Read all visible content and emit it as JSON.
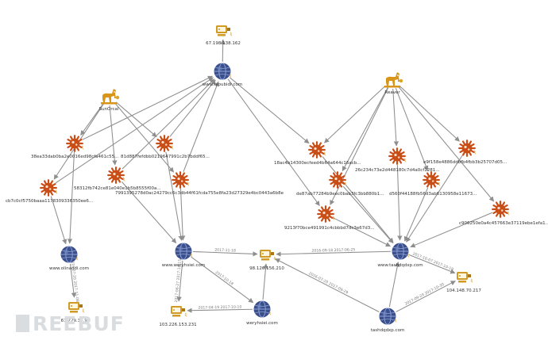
{
  "colors": {
    "domain": "#3a4f8c",
    "ip": "#d19a24",
    "hash": "#c94d16",
    "actor": "#d8951a",
    "edge": "#8e8e8e",
    "badge": "#d9a42c",
    "watermark": "#d9dde0"
  },
  "watermark": "REEBUF",
  "nodes": [
    {
      "id": "ip1",
      "type": "ip",
      "icon": "server-icon",
      "label": "67.198.138.162"
    },
    {
      "id": "d1",
      "type": "domain",
      "icon": "globe-icon",
      "label": "www.fyoubidr.com"
    },
    {
      "id": "a1",
      "type": "actor",
      "icon": "horse-icon",
      "label": "SunOrcal"
    },
    {
      "id": "a2",
      "type": "actor",
      "icon": "horse-icon",
      "label": "Reaver"
    },
    {
      "id": "h1",
      "type": "hash",
      "icon": "virus-icon",
      "label": "38ea33dab0ba2e0016ed98cfa461c55..."
    },
    {
      "id": "h2",
      "type": "hash",
      "icon": "virus-icon",
      "label": "81d887fefdbb0219647991c2b7bddf65..."
    },
    {
      "id": "h3",
      "type": "hash",
      "icon": "virus-icon",
      "label": "cb7c0cf5750baaa1178309336350ee6..."
    },
    {
      "id": "h4",
      "type": "hash",
      "icon": "virus-icon",
      "label": "58312fb742ce81e040e1b5b8555f00a..."
    },
    {
      "id": "h5",
      "type": "hash",
      "icon": "virus-icon",
      "label": "7991395278d0ac24279cc6c3db44f61fcda755e8fa23d27329e4bc0443a6b8e"
    },
    {
      "id": "h6",
      "type": "hash",
      "icon": "virus-icon",
      "label": "18ac4b14300ecfeed4b64a644c16acb..."
    },
    {
      "id": "h7",
      "type": "hash",
      "icon": "virus-icon",
      "label": "26c234c73e2d448180c7d4a0cf1281..."
    },
    {
      "id": "h8",
      "type": "hash",
      "icon": "virus-icon",
      "label": "de87ab77284b9eec0bab3fc3bb880b1..."
    },
    {
      "id": "h9",
      "type": "hash",
      "icon": "virus-icon",
      "label": "9213f70bce491991c4cbbbd7dc3e67d3..."
    },
    {
      "id": "h10",
      "type": "hash",
      "icon": "virus-icon",
      "label": "d560f44188fb56d3ab6130958e11673..."
    },
    {
      "id": "h11",
      "type": "hash",
      "icon": "virus-icon",
      "label": "e9f158e4886ddbfb4fbb3b25707d05..."
    },
    {
      "id": "h12",
      "type": "hash",
      "icon": "virus-icon",
      "label": "c906250e0a4c457663e37119ebe1efa1..."
    },
    {
      "id": "d2",
      "type": "domain",
      "icon": "globe-icon",
      "label": "www.olinaodi.com"
    },
    {
      "id": "d3",
      "type": "domain",
      "icon": "globe-icon",
      "label": "www.weryhsiei.com"
    },
    {
      "id": "ip2",
      "type": "ip",
      "icon": "server-icon",
      "label": "98.126.156.210"
    },
    {
      "id": "d4",
      "type": "domain",
      "icon": "globe-icon",
      "label": "www.tashdqdxp.com"
    },
    {
      "id": "ip3",
      "type": "ip",
      "icon": "server-icon",
      "label": "67.229.34.90"
    },
    {
      "id": "ip4",
      "type": "ip",
      "icon": "server-icon",
      "label": "103.226.153.231"
    },
    {
      "id": "d5",
      "type": "domain",
      "icon": "globe-icon",
      "label": "weryhsiei.com"
    },
    {
      "id": "d6",
      "type": "domain",
      "icon": "globe-icon",
      "label": "tashdqdxp.com"
    },
    {
      "id": "ip5",
      "type": "ip",
      "icon": "server-icon",
      "label": "104.148.70.217"
    }
  ],
  "edges": [
    {
      "from": "d1",
      "to": "ip1",
      "label": ""
    },
    {
      "from": "a1",
      "to": "h1",
      "label": ""
    },
    {
      "from": "a1",
      "to": "h2",
      "label": ""
    },
    {
      "from": "a1",
      "to": "h3",
      "label": ""
    },
    {
      "from": "a1",
      "to": "h4",
      "label": ""
    },
    {
      "from": "a1",
      "to": "h5",
      "label": ""
    },
    {
      "from": "h1",
      "to": "d1",
      "label": ""
    },
    {
      "from": "h2",
      "to": "d1",
      "label": ""
    },
    {
      "from": "h3",
      "to": "d1",
      "label": ""
    },
    {
      "from": "h4",
      "to": "d1",
      "label": ""
    },
    {
      "from": "h5",
      "to": "d1",
      "label": ""
    },
    {
      "from": "h1",
      "to": "d2",
      "label": ""
    },
    {
      "from": "h3",
      "to": "d2",
      "label": ""
    },
    {
      "from": "h4",
      "to": "d3",
      "label": ""
    },
    {
      "from": "h5",
      "to": "d3",
      "label": ""
    },
    {
      "from": "h2",
      "to": "d3",
      "label": ""
    },
    {
      "from": "d1",
      "to": "h6",
      "label": ""
    },
    {
      "from": "d1",
      "to": "h9",
      "label": ""
    },
    {
      "from": "a2",
      "to": "h6",
      "label": ""
    },
    {
      "from": "a2",
      "to": "h7",
      "label": ""
    },
    {
      "from": "a2",
      "to": "h8",
      "label": ""
    },
    {
      "from": "a2",
      "to": "h9",
      "label": ""
    },
    {
      "from": "a2",
      "to": "h10",
      "label": ""
    },
    {
      "from": "a2",
      "to": "h11",
      "label": ""
    },
    {
      "from": "a2",
      "to": "h12",
      "label": ""
    },
    {
      "from": "h6",
      "to": "d4",
      "label": ""
    },
    {
      "from": "h7",
      "to": "d4",
      "label": ""
    },
    {
      "from": "h8",
      "to": "d4",
      "label": ""
    },
    {
      "from": "h9",
      "to": "d4",
      "label": ""
    },
    {
      "from": "h10",
      "to": "d4",
      "label": ""
    },
    {
      "from": "h11",
      "to": "d4",
      "label": ""
    },
    {
      "from": "h12",
      "to": "d4",
      "label": ""
    },
    {
      "from": "d2",
      "to": "ip3",
      "label": "2016-07-20 2017-11-08"
    },
    {
      "from": "d3",
      "to": "ip2",
      "label": "2017-11-18"
    },
    {
      "from": "d3",
      "to": "ip4",
      "label": "2017-06-27 2017-10-15"
    },
    {
      "from": "d3",
      "to": "d5",
      "label": "2017-10-18"
    },
    {
      "from": "d5",
      "to": "ip4",
      "label": "2017-04-19 2017-10-10"
    },
    {
      "from": "d5",
      "to": "ip2",
      "label": ""
    },
    {
      "from": "d4",
      "to": "ip2",
      "label": "2016-09-18 2017-06-25"
    },
    {
      "from": "d4",
      "to": "ip5",
      "label": "2017-10-07 2017-10-19"
    },
    {
      "from": "d6",
      "to": "ip2",
      "label": "2016-07-20 2017-09-29"
    },
    {
      "from": "d6",
      "to": "d4",
      "label": ""
    },
    {
      "from": "d6",
      "to": "ip5",
      "label": "2017-09-29 2017-10-30"
    }
  ]
}
